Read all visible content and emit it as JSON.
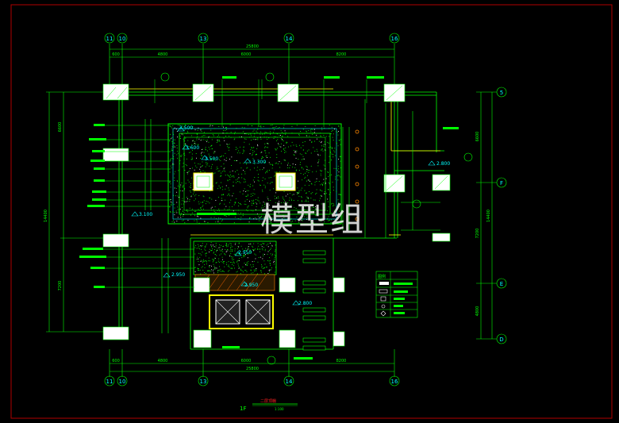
{
  "watermark": "模型组",
  "title": {
    "label": "1F",
    "text": "二层顶棚",
    "scale": "1:100"
  },
  "grid_columns": [
    "11",
    "10",
    "13",
    "14",
    "16"
  ],
  "grid_rows": [
    "5",
    "F",
    "E",
    "D"
  ],
  "dimensions": {
    "top_total": "25800",
    "top_segments": [
      "600",
      "4800",
      "6000",
      "8200"
    ],
    "bottom_total": "25800",
    "bottom_segments": [
      "600",
      "4800",
      "6000",
      "8200"
    ],
    "left_total": "14400",
    "left_segments": [
      "6600",
      "7200"
    ],
    "right_total": "14400",
    "right_segments": [
      "6600",
      "7200",
      "4800"
    ]
  },
  "elevations": [
    "3.500",
    "3.600",
    "3.500",
    "3.300",
    "3.100",
    "2.950",
    "2.950",
    "2.950",
    "2.800",
    "2.800"
  ],
  "legend": {
    "header": "图例",
    "rows": [
      "",
      "",
      "",
      "",
      ""
    ]
  },
  "colors": {
    "frame": "#b00000",
    "lines": "#00ff00",
    "grid": "#00ff00",
    "yellow": "#ffff00",
    "cyan": "#00ffff",
    "magenta": "#ff00ff",
    "white": "#ffffff"
  }
}
